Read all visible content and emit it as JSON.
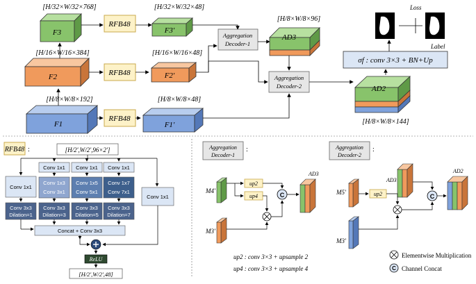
{
  "colors": {
    "green_top": "#b7e0a0",
    "green_front": "#88c36b",
    "green_side": "#5f9a47",
    "orange_top": "#f8c7a0",
    "orange_front": "#f09a5c",
    "orange_side": "#c9753a",
    "blue_top": "#b8cdee",
    "blue_front": "#7fa2dc",
    "blue_side": "#5478b8",
    "rfb_box": "#fdf2c8",
    "rfb_border": "#c9a94d",
    "gray_box": "#e6e6e6",
    "light_blue": "#dbe6f5",
    "mid_blue": "#8fa6cf",
    "dark_blue": "#3d5f8c",
    "relu": "#2f4a30"
  },
  "top": {
    "f3_label": "F3",
    "f3_dim": "[H/32×W/32×768]",
    "f2_label": "F2",
    "f2_dim": "[H/16×W/16×384]",
    "f1_label": "F1",
    "f1_dim": "[H/8×W/8×192]",
    "rfb_label": "RFB48",
    "f3p_label": "F3'",
    "f3p_dim": "[H/32×W/32×48]",
    "f2p_label": "F2'",
    "f2p_dim": "[H/16×W/16×48]",
    "f1p_label": "F1'",
    "f1p_dim": "[H/8×W/8×48]",
    "dec1_line1": "Aggregation",
    "dec1_line2": "Decoder-1",
    "dec2_line1": "Aggregation",
    "dec2_line2": "Decoder-2",
    "ad3_label": "AD3",
    "ad3_dim": "[H/8×W/8×96]",
    "ad2_label": "AD2",
    "ad2_dim": "[H/8×W/8×144]",
    "sigma_text": "σf : conv 3×3 + BN+Up",
    "loss_label": "Loss",
    "label_label": "Label"
  },
  "rfb": {
    "title": "RFB48",
    "input_dim": "[H/2',W/2',96×2']",
    "conv1x1": "Conv 1x1",
    "b1": [
      "Conv 1x3",
      "Conv 3x1"
    ],
    "b2": [
      "Conv 1x5",
      "Conv 5x1"
    ],
    "b3": [
      "Conv 1x7",
      "Conv 7x1"
    ],
    "d0": [
      "Conv 3x3",
      "Dilation=1"
    ],
    "d1": [
      "Conv 3x3",
      "Dilation=3"
    ],
    "d2": [
      "Conv 3x3",
      "Dilation=5"
    ],
    "d3": [
      "Conv 3x3",
      "Dilation=7"
    ],
    "concat": "Concat + Conv 3x3",
    "relu": "ReLU",
    "output_dim": "[H/2',W/2',48]"
  },
  "dec1": {
    "title1": "Aggregation",
    "title2": "Decoder-1",
    "m4": "M4'",
    "m3": "M3'",
    "up2": "up2",
    "up4": "up4",
    "out": "AD3",
    "note1": "up2 : conv  3×3 + upsample  2",
    "note2": "up4 : conv  3×3 + upsample  4"
  },
  "dec2": {
    "title1": "Aggregation",
    "title2": "Decoder-2",
    "ad3": "AD3",
    "ad2": "AD2",
    "m5": "M5'",
    "m3": "M3'",
    "up2": "up2"
  },
  "legend": {
    "mult_label": "Elementwise Multiplication",
    "concat_label": "Channel Concat",
    "concat_symbol": "C"
  }
}
